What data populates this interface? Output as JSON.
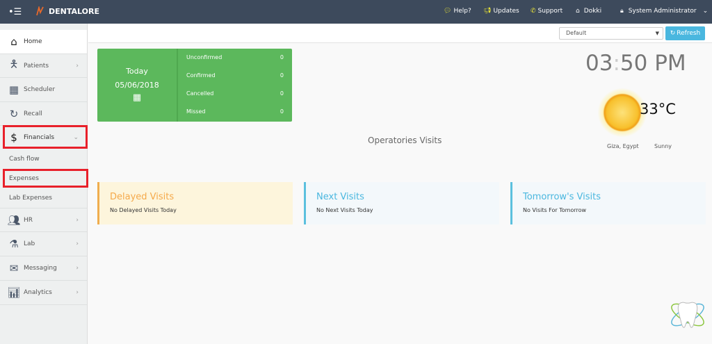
{
  "topbar": {
    "brand": "DENTALORE",
    "help": "Help?",
    "updates": "Updates",
    "support": "Support",
    "clinic": "Dokki",
    "user": "System Administrator"
  },
  "sidebar": {
    "items": [
      {
        "label": "Home",
        "icon": "home-icon"
      },
      {
        "label": "Patients",
        "icon": "person-icon"
      },
      {
        "label": "Scheduler",
        "icon": "calendar-icon"
      },
      {
        "label": "Recall",
        "icon": "refresh-icon"
      },
      {
        "label": "Financials",
        "icon": "dollar-icon"
      },
      {
        "label": "HR",
        "icon": "users-icon"
      },
      {
        "label": "Lab",
        "icon": "flask-icon"
      },
      {
        "label": "Messaging",
        "icon": "envelope-icon"
      },
      {
        "label": "Analytics",
        "icon": "bar-chart-icon"
      }
    ],
    "financials_sub": [
      "Cash flow",
      "Expenses",
      "Lab Expenses"
    ]
  },
  "toolbar": {
    "select_value": "Default",
    "refresh_label": "Refresh"
  },
  "today": {
    "label": "Today",
    "date": "05/06/2018",
    "stats": [
      {
        "label": "Unconfirmed",
        "value": "0"
      },
      {
        "label": "Confirmed",
        "value": "0"
      },
      {
        "label": "Cancelled",
        "value": "0"
      },
      {
        "label": "Missed",
        "value": "0"
      }
    ]
  },
  "clock": {
    "hours": "03",
    "sep": ":",
    "minutes": "50 PM"
  },
  "weather": {
    "temp": "33°C",
    "location": "Giza, Egypt",
    "condition": "Sunny"
  },
  "operatories_title": "Operatories Visits",
  "visits": [
    {
      "title": "Delayed Visits",
      "text": "No Delayed Visits Today"
    },
    {
      "title": "Next Visits",
      "text": "No Next Visits Today"
    },
    {
      "title": "Tomorrow's Visits",
      "text": "No Visits For Tomorrow"
    }
  ],
  "colors": {
    "topbar": "#3d4a5c",
    "green": "#5cb85c",
    "accent": "#4ab7df",
    "highlight": "#e8202a"
  }
}
